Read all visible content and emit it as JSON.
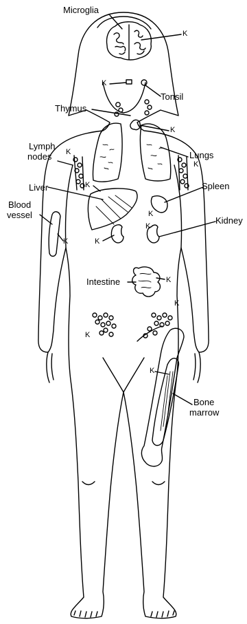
{
  "labels": {
    "microglia": "Microglia",
    "tonsil": "Tonsil",
    "thymus": "Thymus",
    "lungs": "Lungs",
    "lymph_nodes_line1": "Lymph",
    "lymph_nodes_line2": "nodes",
    "liver": "Liver",
    "spleen": "Spleen",
    "kidney": "Kidney",
    "blood_vessel_line1": "Blood",
    "blood_vessel_line2": "vessel",
    "intestine": "Intestine",
    "bone_marrow_line1": "Bone",
    "bone_marrow_line2": "marrow"
  },
  "cell_marker": "K",
  "colors": {
    "ink": "#000000",
    "background": "#ffffff"
  }
}
